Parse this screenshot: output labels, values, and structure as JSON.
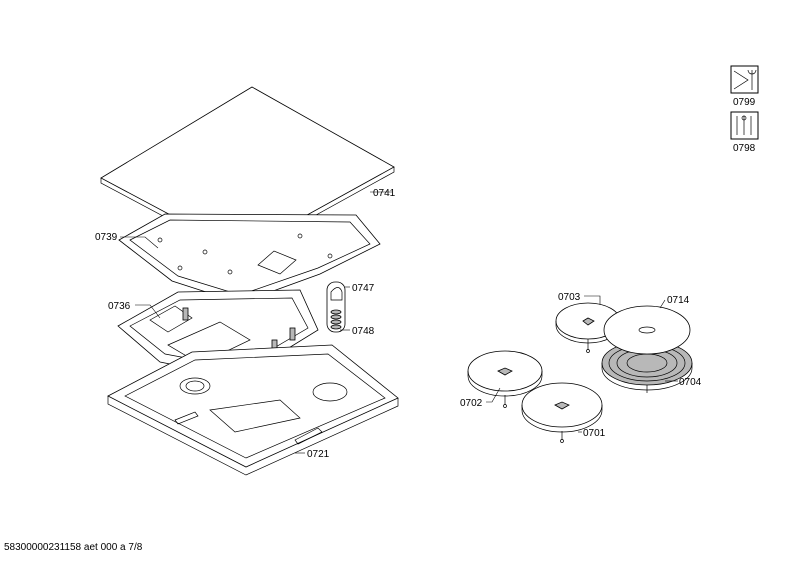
{
  "labels": {
    "p0741": "0741",
    "p0739": "0739",
    "p0736": "0736",
    "p0747": "0747",
    "p0748": "0748",
    "p0721": "0721",
    "p0703": "0703",
    "p0714": "0714",
    "p0704": "0704",
    "p0702": "0702",
    "p0701": "0701",
    "p0799": "0799",
    "p0798": "0798"
  },
  "icons": {
    "p0799": "wrench-service-icon",
    "p0798": "tools-kit-icon"
  },
  "footer": {
    "text": "58300000231158 aet 000 a 7/8"
  }
}
